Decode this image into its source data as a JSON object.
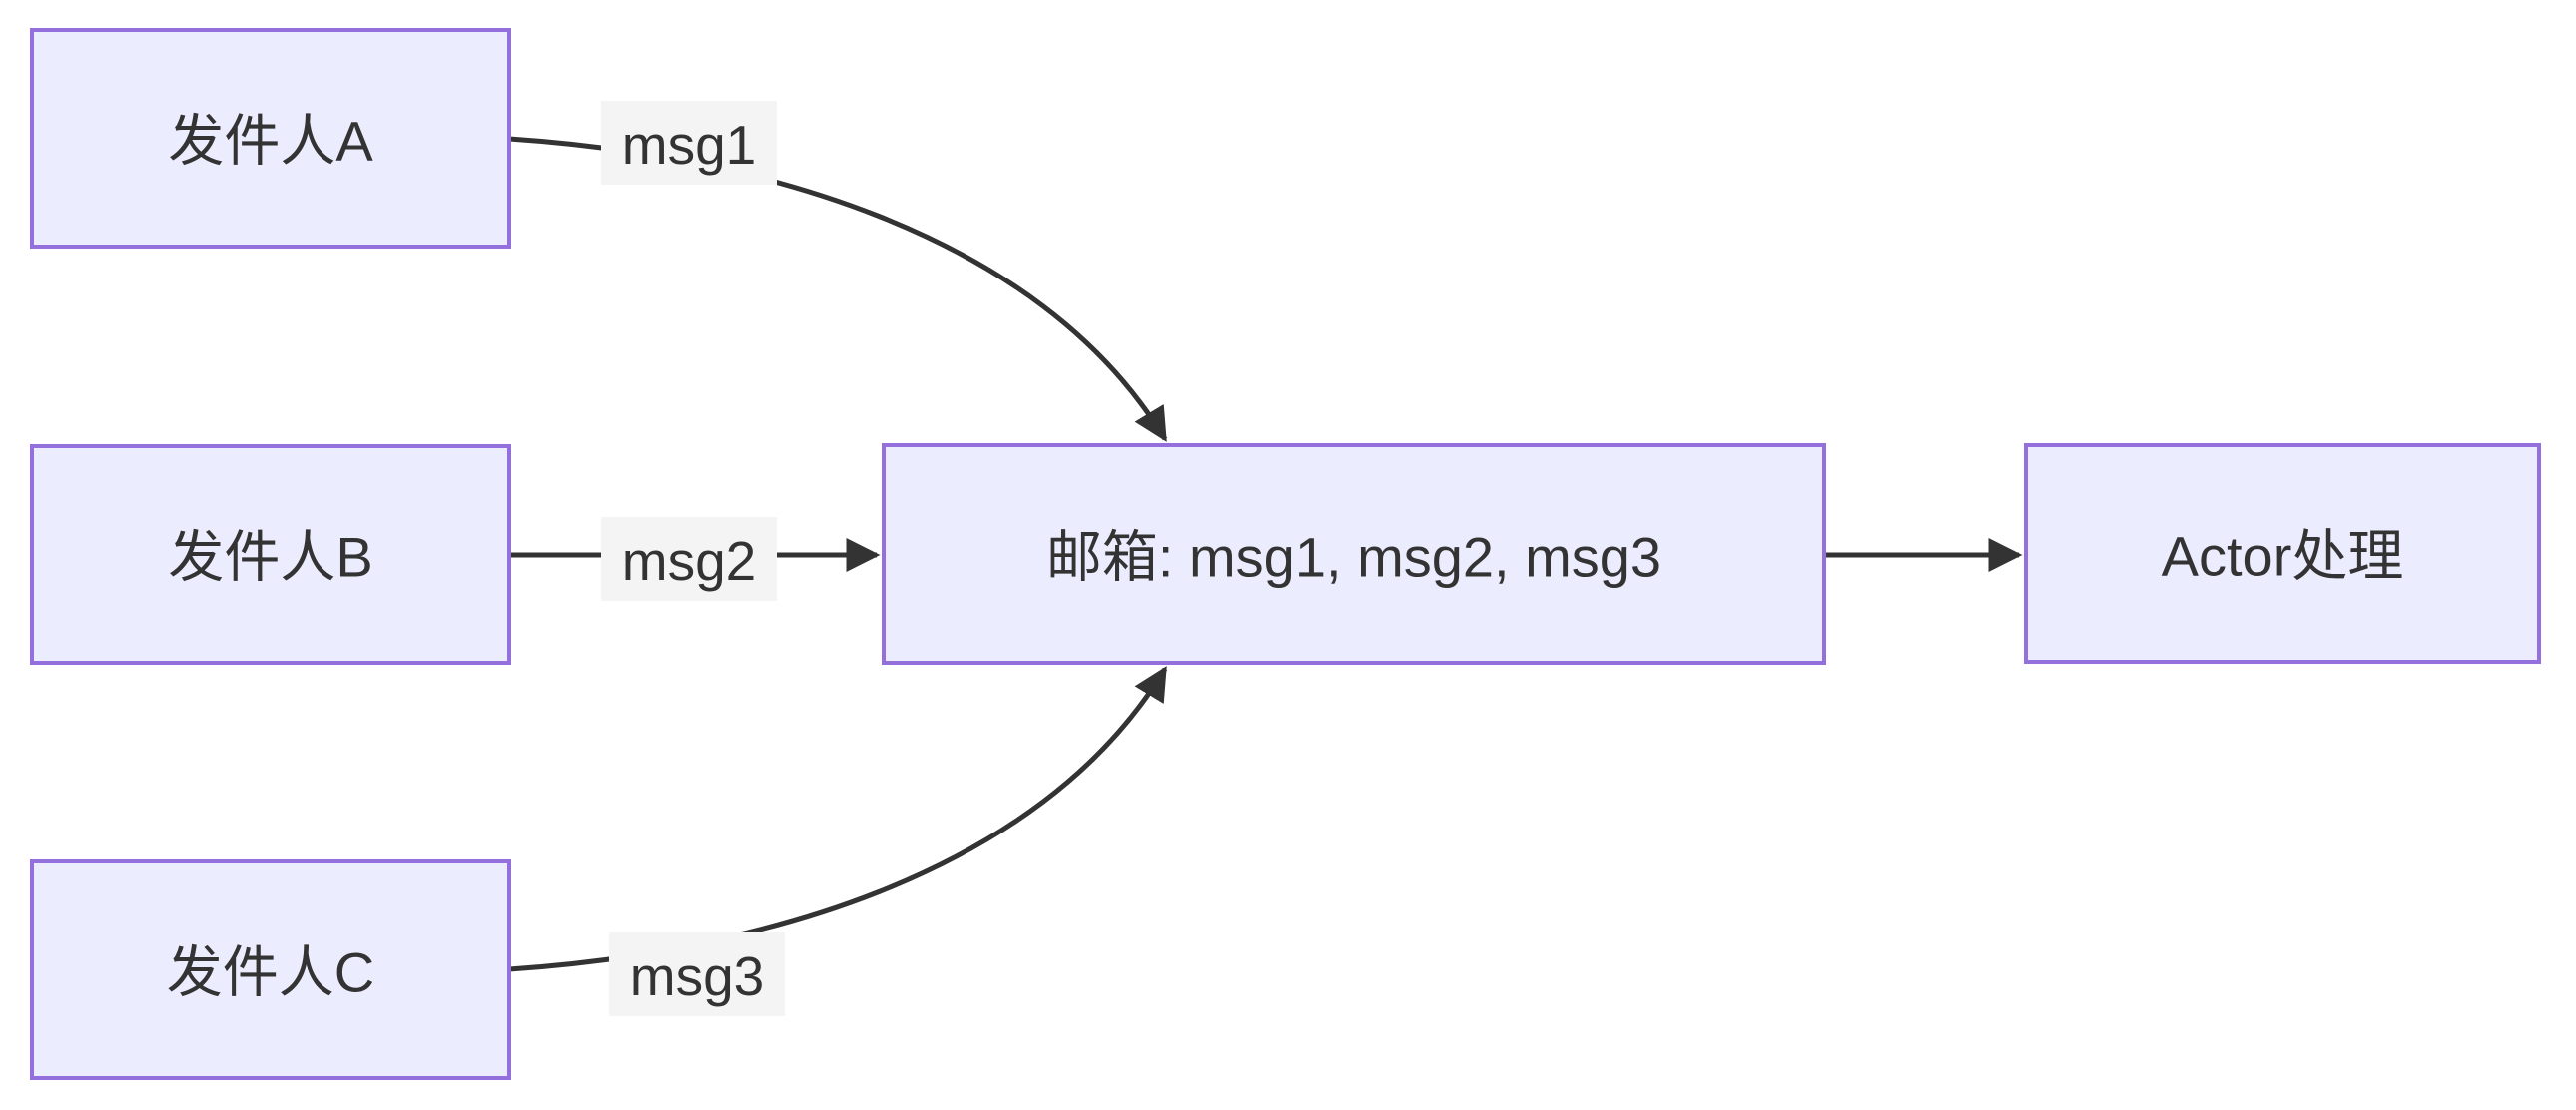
{
  "diagram": {
    "type": "flowchart",
    "direction": "left-to-right",
    "colors": {
      "background": "#ffffff",
      "node_fill": "#ECECFF",
      "node_border": "#9370DB",
      "edge_line": "#333333",
      "edge_label_bg": "#f4f4f4",
      "text": "#333333"
    },
    "nodes": {
      "sender_a": {
        "label": "发件人A"
      },
      "sender_b": {
        "label": "发件人B"
      },
      "sender_c": {
        "label": "发件人C"
      },
      "mailbox": {
        "label": "邮箱: msg1, msg2, msg3"
      },
      "actor": {
        "label": "Actor处理"
      }
    },
    "edges": {
      "a_to_mailbox": {
        "from": "发件人A",
        "to": "邮箱",
        "label": "msg1"
      },
      "b_to_mailbox": {
        "from": "发件人B",
        "to": "邮箱",
        "label": "msg2"
      },
      "c_to_mailbox": {
        "from": "发件人C",
        "to": "邮箱",
        "label": "msg3"
      },
      "mailbox_to_actor": {
        "from": "邮箱",
        "to": "Actor处理",
        "label": ""
      }
    }
  }
}
